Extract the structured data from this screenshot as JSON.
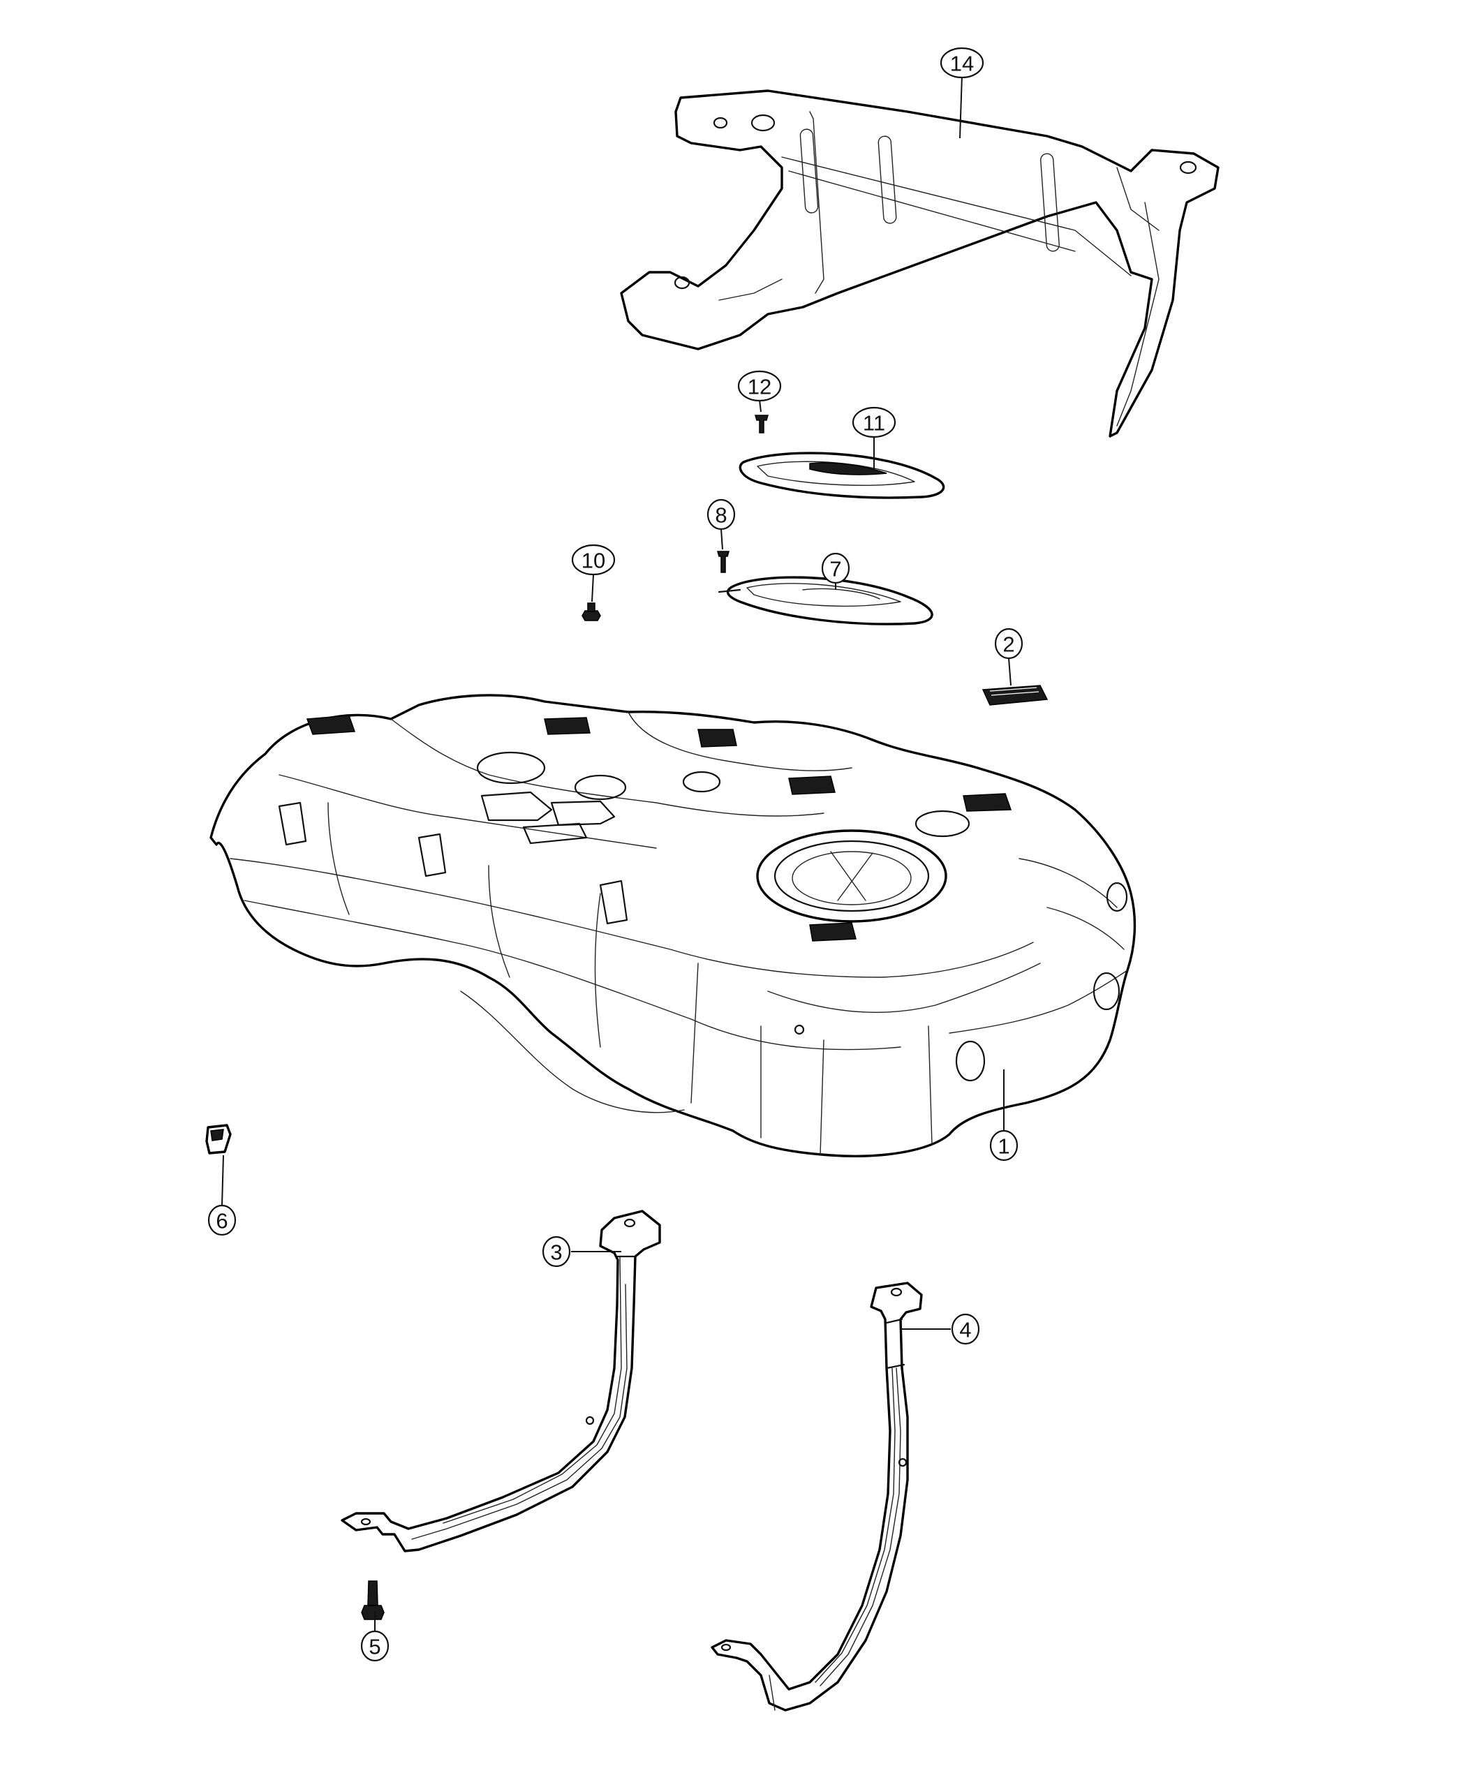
{
  "callouts": [
    {
      "id": "c1",
      "label": "1"
    },
    {
      "id": "c2",
      "label": "2"
    },
    {
      "id": "c3",
      "label": "3"
    },
    {
      "id": "c4",
      "label": "4"
    },
    {
      "id": "c5",
      "label": "5"
    },
    {
      "id": "c6",
      "label": "6"
    },
    {
      "id": "c7",
      "label": "7"
    },
    {
      "id": "c8",
      "label": "8"
    },
    {
      "id": "c10",
      "label": "10"
    },
    {
      "id": "c11",
      "label": "11"
    },
    {
      "id": "c12",
      "label": "12"
    },
    {
      "id": "c14",
      "label": "14"
    }
  ],
  "colors": {
    "line": "#111111",
    "background": "#ffffff"
  }
}
